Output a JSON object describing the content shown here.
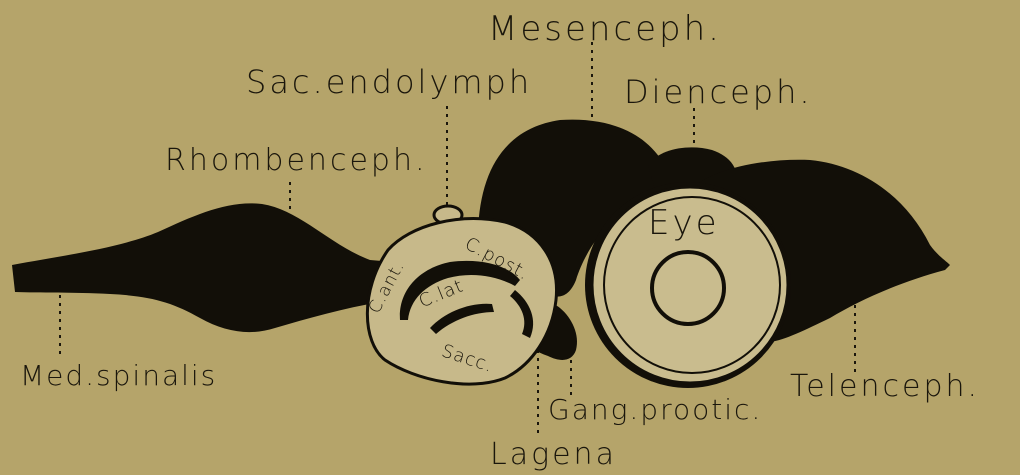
{
  "colors": {
    "background": "#b5a46a",
    "ink": "#120f08",
    "ear_fill": "#c7b98a",
    "eye_fill": "#c9bc8e"
  },
  "labels": {
    "mesenceph": "Mesenceph.",
    "sac_endolymph": "Sac.endolymph",
    "dienceph": "Dienceph.",
    "rhombenceph": "Rhombenceph.",
    "eye": "Eye",
    "c_post": "C.post.",
    "c_ant": "C.ant.",
    "c_lat": "C.lat",
    "sacc": "Sacc.",
    "med_spinalis": "Med.spinalis",
    "telenceph": "Telenceph.",
    "gang_prootic": "Gang.prootic.",
    "lagena": "Lagena"
  }
}
